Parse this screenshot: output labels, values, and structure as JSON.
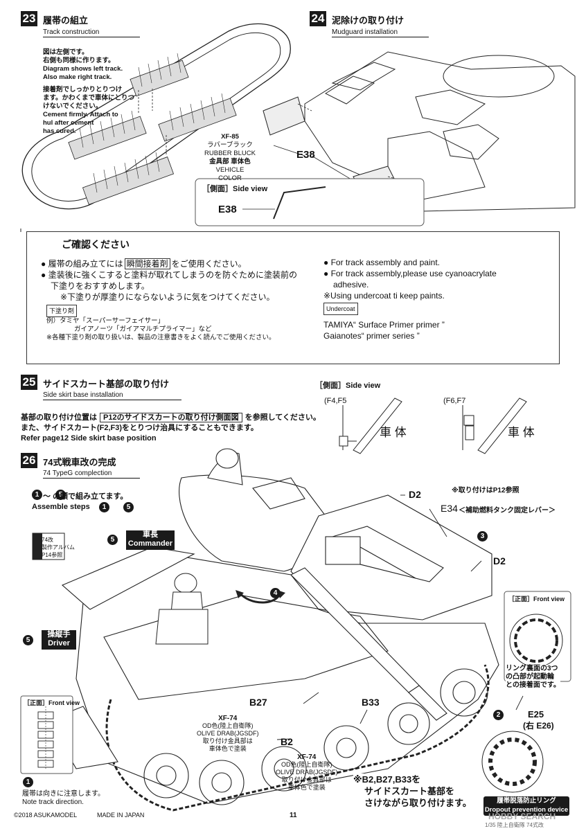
{
  "step23": {
    "num": "23",
    "title": "履帯の組立",
    "subtitle": "Track construction",
    "notes": [
      "図は左側です。",
      "右側も同様に作ります。",
      "Diagram shows left track.",
      "Also make right track.",
      "",
      "接着剤でしっかりとりつけ",
      "ます。かわくまで車体にとりつ",
      "けないでください。",
      "Cement firmly. Attach to",
      "hul after cement",
      "has cured."
    ]
  },
  "step24": {
    "num": "24",
    "title": "泥除けの取り付け",
    "subtitle": "Mudguard installation",
    "paint": [
      "XF-85",
      "ラバーブラック",
      "RUBBER BLUCK",
      "金具部 車体色",
      "VEHICLE COLOR"
    ],
    "part": "E38",
    "side_view_label": "［側面］Side view",
    "side_view_part": "E38"
  },
  "notice": {
    "title": "ご確認ください",
    "jp1": "● 履帯の組み立てには",
    "jp1_box": "瞬間接着剤",
    "jp1_end": "をご使用ください。",
    "jp2": "● 塗装後に強くこすると塗料が取れてしまうのを防ぐために塗装前の",
    "jp2b": "下塗りをおすすめします。",
    "jp3": "※下塗りが厚塗りにならないように気をつけてください。",
    "undercoat_tag_jp": "下塗り剤",
    "ex1": "例）タミヤ「スーパーサーフェイサー」",
    "ex2": "ガイアノーツ「ガイアマルチプライマー」など",
    "ex3": "※各種下塗り剤の取り扱いは、製品の注意書きをよく読んでご使用ください。",
    "en1": "● For track assembly and paint.",
    "en2": "● For track assembly,please use cyanoacrylate",
    "en2b": "adhesive.",
    "en3": "※Using undercoat ti keep paints.",
    "undercoat_tag_en": "Undercoat",
    "en4": "TAMIYA“ Surface Primer primer ”",
    "en5": "Gaianotes“ primer series ”"
  },
  "step25": {
    "num": "25",
    "title": "サイドスカート基部の取り付け",
    "subtitle": "Side skirt base installation",
    "text1a": "基部の取り付け位置は",
    "text1_box": "P12のサイドスカートの取り付け側面図",
    "text1b": "を参照してください。",
    "text2": "また、サイドスカート(F2,F3)をとりつけ治具にすることもできます。",
    "text3": "Refer page12  Side skirt base position",
    "side_view": "［側面］Side view",
    "left_parts": "(F4,F5",
    "right_parts": "(F6,F7",
    "body_label_left": "車 体",
    "body_label_right": "車 体"
  },
  "step26": {
    "num": "26",
    "title": "74式戦車改の完成",
    "subtitle": "74 TypeG complection",
    "order_jp": "〜 の順で組み立てます。",
    "order_en": "Assemble steps     to",
    "ref_box": [
      "74改",
      "製作アルバム",
      "P14参照"
    ],
    "commander_jp": "車長",
    "commander_en": "Commander",
    "driver_jp": "操縦手",
    "driver_en": "Driver",
    "d2_top": "D2",
    "p12_ref": "※取り付けはP12参照",
    "e34": "E34",
    "e34_desc": "＜補助燃料タンク固定レバー＞",
    "d2_mid": "D2",
    "front_view": "［正面］Front view",
    "front_view2": "［正面］Front view",
    "ring_note": [
      "リング裏面の3つ",
      "の凸部が起動輪",
      "との接着面です。"
    ],
    "e25": "E25",
    "e26": "(右 E26)",
    "b27": "B27",
    "b33": "B33",
    "b2": "B2",
    "xf74_a": [
      "XF-74",
      "OD色(陸上自衛隊)",
      "OLIVE DRAB(JGSDF)",
      "取り付け金具部は",
      "車体色で塗装"
    ],
    "xf74_b": [
      "XF-74",
      "OD色(陸上自衛隊)",
      "OLIVE DRAB(JGSDF)",
      "取り付け金具部は",
      "車体色で塗装"
    ],
    "skirt_note": [
      "※B2,B27,B33を",
      "サイドスカート基部を",
      "さけながら取り付けます。"
    ],
    "track_dir": [
      "履帯は向きに注意します。",
      "Note track direction."
    ],
    "dropout_jp": "履帯脱落防止リング",
    "dropout_en": "Dropout prevention device",
    "steps": [
      "1",
      "2",
      "3",
      "4",
      "5",
      "5",
      "5"
    ]
  },
  "footer": {
    "copyright": "©2018 ASUKAMODEL",
    "made": "MADE IN JAPAN",
    "page": "11",
    "right": "1/35 陸上自衛隊 74式改",
    "watermark": "HOBBY SEARCH"
  }
}
